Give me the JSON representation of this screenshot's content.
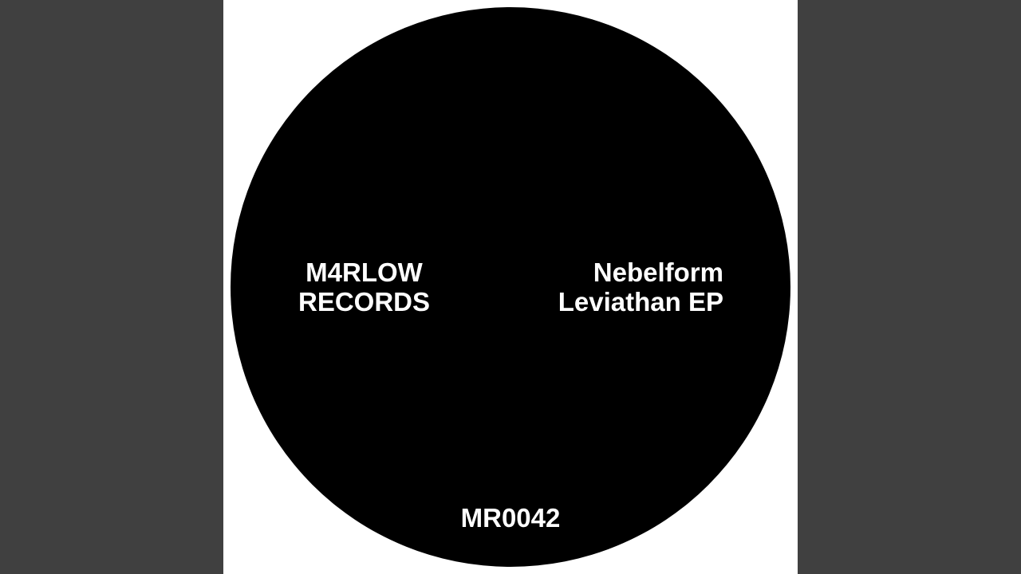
{
  "label": {
    "label_name_line1": "M4RLOW",
    "label_name_line2": "RECORDS",
    "artist": "Nebelform",
    "release_title": "Leviathan EP",
    "catalog_number": "MR0042"
  },
  "colors": {
    "background": "#404040",
    "cover": "#ffffff",
    "record": "#000000",
    "text": "#ffffff"
  }
}
